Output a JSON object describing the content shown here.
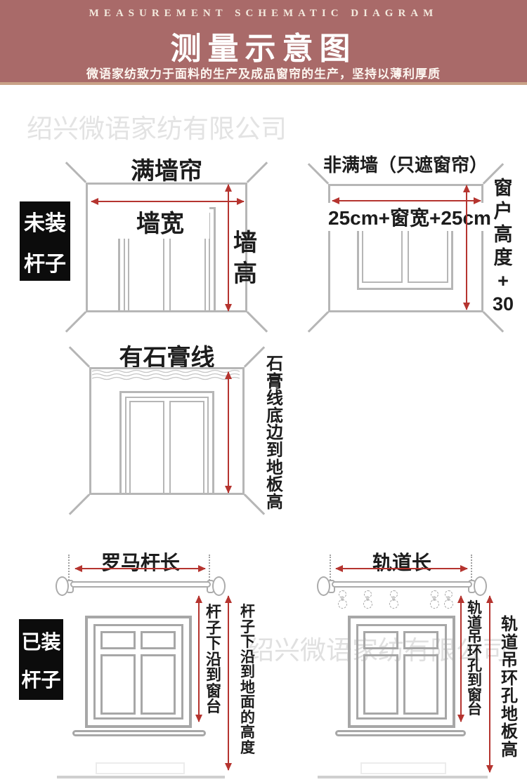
{
  "header": {
    "eyebrow": "MEASUREMENT SCHEMATIC DIAGRAM",
    "title": "测量示意图",
    "subtitle": "微语家纺致力于面料的生产及成品窗帘的生产，坚持以薄利厚质"
  },
  "watermark": "绍兴微语家纺有限公司",
  "badges": {
    "top": {
      "line1": "未装",
      "line2": "杆子"
    },
    "bottom": {
      "line1": "已装",
      "line2": "杆子"
    }
  },
  "diagrams": {
    "full_wall": {
      "title": "满墙帘",
      "width_label": "墙宽",
      "height_label": "墙高"
    },
    "window_only": {
      "title": "非满墙（只遮窗帘）",
      "width_label": "25cm+窗宽+25cm",
      "height_label": "窗户高度+30"
    },
    "plaster": {
      "title": "有石膏线",
      "height_label": "石膏线底边到地板高"
    },
    "roman_rod": {
      "title": "罗马杆长",
      "sill_label": "杆子下沿到窗台",
      "floor_label": "杆子下沿到地面的高度"
    },
    "track": {
      "title": "轨道长",
      "sill_label": "轨道吊环孔到窗台",
      "floor_label": "轨道吊环孔地板高"
    }
  },
  "colors": {
    "header_bg": "#a96a69",
    "accent_gold": "#c9a287",
    "arrow_red": "#b5342f",
    "line_gray": "#b6b6b6",
    "watermark_gray": "#e3e3e3",
    "badge_bg": "#0c0c0c",
    "text_dark": "#1c1c1c"
  }
}
